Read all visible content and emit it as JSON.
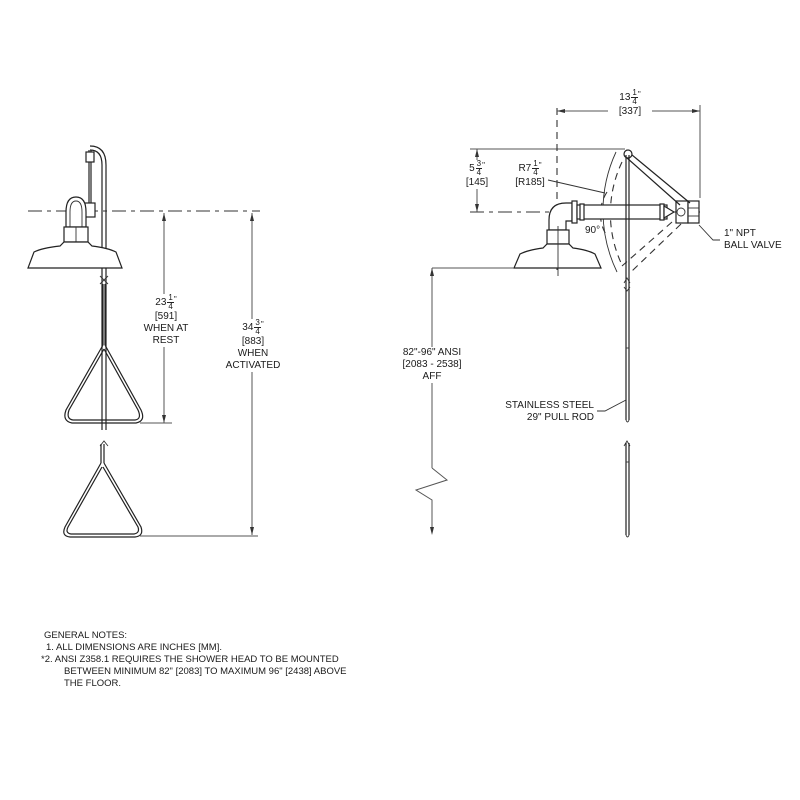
{
  "drawing": {
    "title": "Ceiling-mounted emergency shower dimensional drawing",
    "left_view": {
      "dim_rest": {
        "whole": "23",
        "frac_num": "1",
        "frac_den": "4",
        "unit": "\"",
        "metric": "[591]",
        "caption_1": "WHEN AT",
        "caption_2": "REST"
      },
      "dim_activated": {
        "whole": "34",
        "frac_num": "3",
        "frac_den": "4",
        "unit": "\"",
        "metric": "[883]",
        "caption_1": "WHEN",
        "caption_2": "ACTIVATED"
      }
    },
    "right_view": {
      "dim_width": {
        "whole": "13",
        "frac_num": "1",
        "frac_den": "4",
        "unit": "\"",
        "metric": "[337]"
      },
      "dim_height": {
        "whole": "5",
        "frac_num": "3",
        "frac_den": "4",
        "unit": "\"",
        "metric": "[145]"
      },
      "dim_radius": {
        "prefix": "R7",
        "frac_num": "1",
        "frac_den": "4",
        "unit": "\"",
        "metric": "[R185]"
      },
      "angle": "90°",
      "valve_label_1": "1\" NPT",
      "valve_label_2": "BALL VALVE",
      "mount_height_1": "82\"-96\" ANSI",
      "mount_height_2": "[2083 - 2538]",
      "mount_height_3": "AFF",
      "rod_label_1": "STAINLESS STEEL",
      "rod_label_2": "29\" PULL ROD"
    },
    "notes": {
      "heading": "GENERAL NOTES:",
      "note_1": "1. ALL DIMENSIONS ARE INCHES [MM].",
      "note_2_line_1": "*2. ANSI Z358.1 REQUIRES THE SHOWER HEAD TO BE MOUNTED",
      "note_2_line_2": "BETWEEN MINIMUM 82\" [2083] TO MAXIMUM 96\" [2438] ABOVE",
      "note_2_line_3": "THE FLOOR."
    }
  }
}
